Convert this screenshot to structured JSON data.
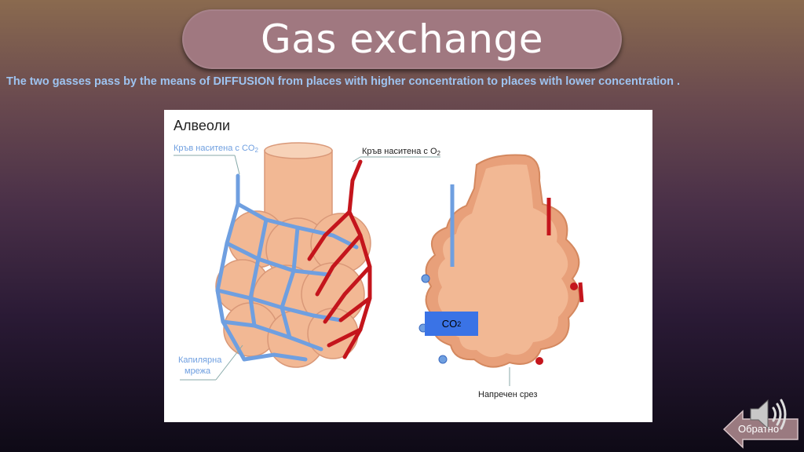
{
  "slide": {
    "title": "Gas exchange",
    "subtitle": "The two gasses pass by the means of DIFFUSION from places with higher concentration to places with lower concentration ."
  },
  "figure": {
    "heading": "Алвеоли",
    "label_co2_blood": "Кръв наситена с CO",
    "label_co2_sub": "2",
    "label_o2_blood": "Кръв наситена с O",
    "label_o2_sub": "2",
    "label_capillary_line1": "Капилярна",
    "label_capillary_line2": "мрежа",
    "label_cross_section": "Напречен срез"
  },
  "co2_marker": {
    "text": "CO",
    "sub": "2"
  },
  "nav": {
    "back_label": "Обратно"
  },
  "icons": {
    "speaker": "speaker-icon",
    "back_arrow": "left-arrow-icon"
  },
  "colors": {
    "title_pill": "#a07880",
    "subtitle": "#9ec3f0",
    "co2_box": "#3a73e6",
    "vein": "#6f9fe0",
    "artery": "#c4151c",
    "alveoli": "#f2b894"
  }
}
